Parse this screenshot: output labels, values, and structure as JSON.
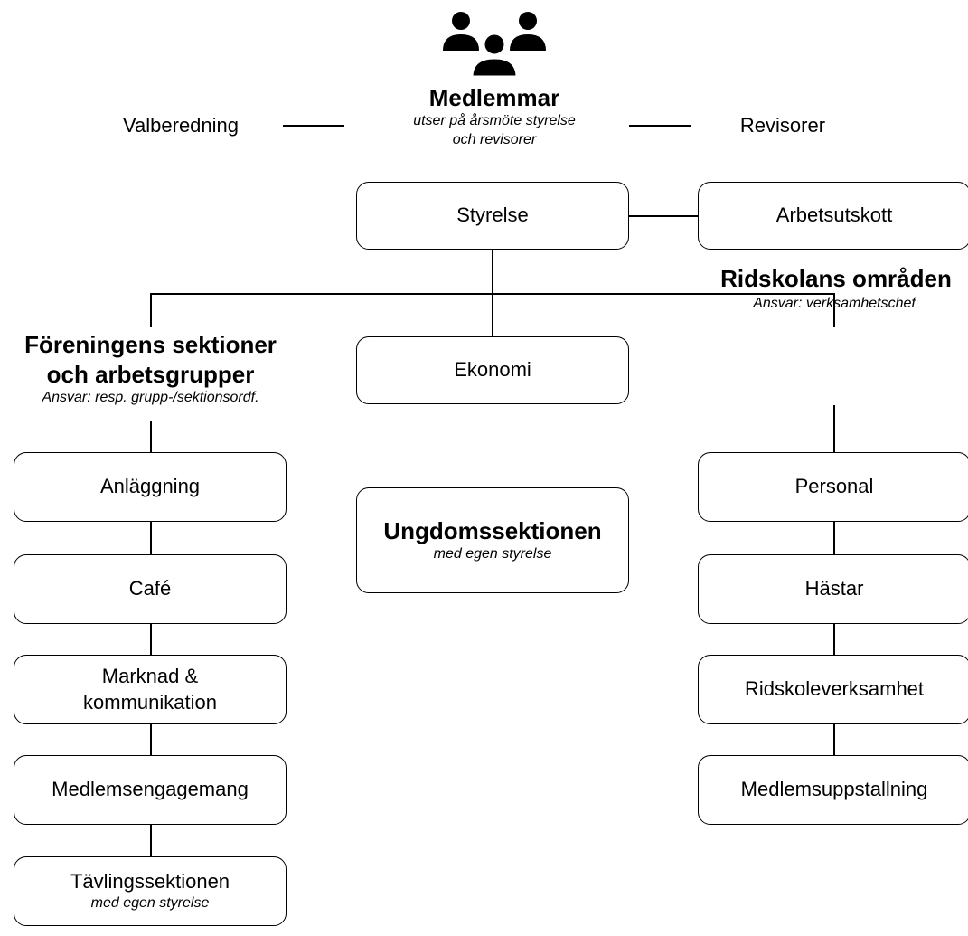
{
  "top": {
    "icon": "group-people-icon",
    "title": "Medlemmar",
    "subtitle_line1": "utser på årsmöte styrelse",
    "subtitle_line2": "och revisorer",
    "left_label": "Valberedning",
    "right_label": "Revisorer"
  },
  "board": {
    "styrelse": "Styrelse",
    "arbetsutskott": "Arbetsutskott",
    "ekonomi": "Ekonomi"
  },
  "left": {
    "heading_line1": "Föreningens sektioner",
    "heading_line2": "och arbetsgrupper",
    "responsibility": "Ansvar: resp. grupp-/sektionsordf.",
    "items": [
      {
        "label": "Anläggning"
      },
      {
        "label": "Café"
      },
      {
        "label": "Marknad &",
        "label2": "kommunikation"
      },
      {
        "label": "Medlemsengagemang"
      },
      {
        "label": "Tävlingssektionen",
        "sub": "med egen styrelse"
      }
    ]
  },
  "middle": {
    "title": "Ungdomssektionen",
    "sub": "med egen styrelse"
  },
  "right": {
    "heading": "Ridskolans områden",
    "responsibility": "Ansvar: verksamhetschef",
    "items": [
      {
        "label": "Personal"
      },
      {
        "label": "Hästar"
      },
      {
        "label": "Ridskoleverksamhet"
      },
      {
        "label": "Medlemsuppstallning"
      }
    ]
  }
}
